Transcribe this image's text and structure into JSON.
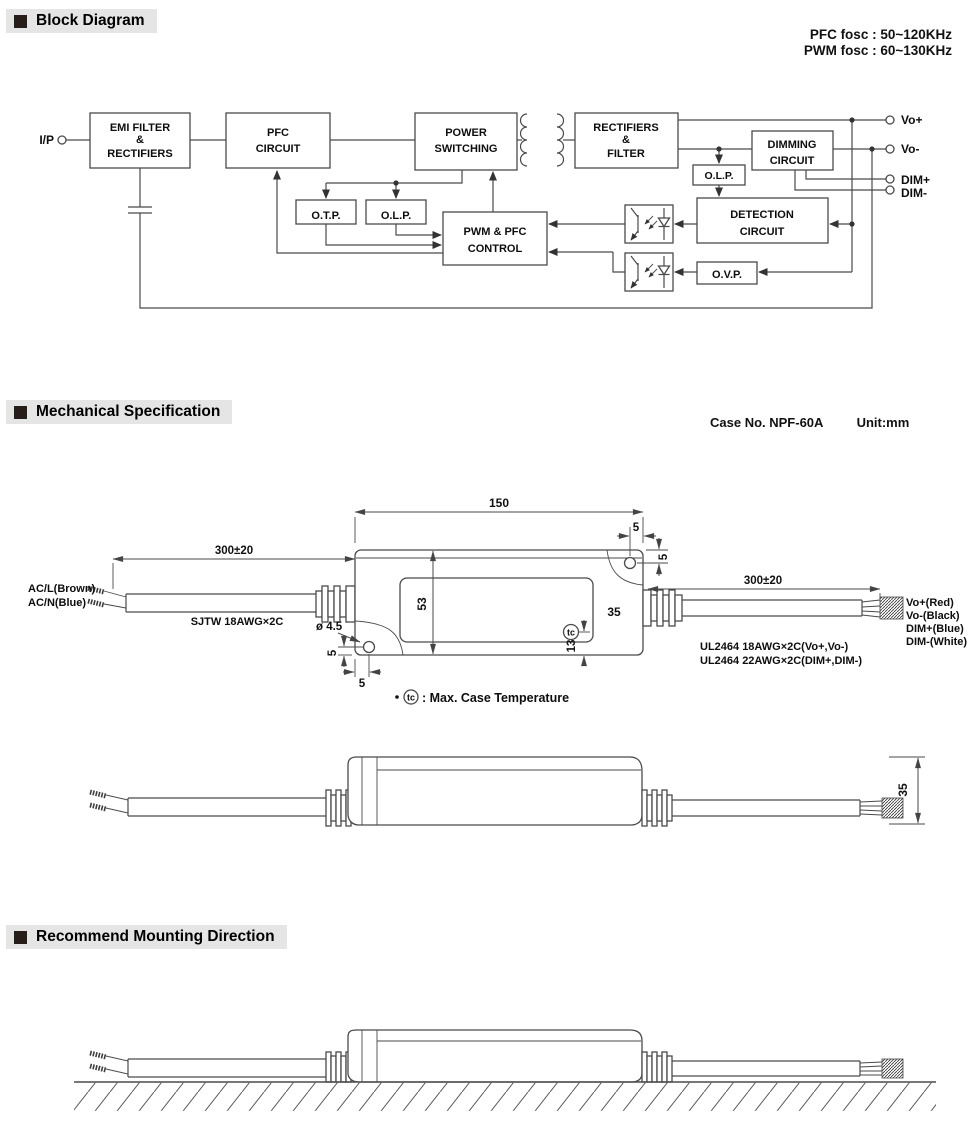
{
  "headers": {
    "block": "Block Diagram",
    "mech": "Mechanical Specification",
    "mount": "Recommend Mounting Direction"
  },
  "notes": {
    "pfc": "PFC fosc : 50~120KHz",
    "pwm": "PWM fosc : 60~130KHz"
  },
  "bd": {
    "input": "I/P",
    "vo_plus": "Vo+",
    "vo_minus": "Vo-",
    "dim_plus": "DIM+",
    "dim_minus": "DIM-",
    "emi": [
      "EMI FILTER",
      "&",
      "RECTIFIERS"
    ],
    "pfc": [
      "PFC",
      "CIRCUIT"
    ],
    "power": [
      "POWER",
      "SWITCHING"
    ],
    "rectifiers": [
      "RECTIFIERS",
      "&",
      "FILTER"
    ],
    "otp": "O.T.P.",
    "olp": "O.L.P.",
    "olp2": "O.L.P.",
    "pwm": [
      "PWM & PFC",
      "CONTROL"
    ],
    "dimming": [
      "DIMMING",
      "CIRCUIT"
    ],
    "detection": [
      "DETECTION",
      "CIRCUIT"
    ],
    "ovp": "O.V.P."
  },
  "mech": {
    "case_no": "Case No. NPF-60A",
    "unit": "Unit:mm",
    "dim_150": "150",
    "dim_53": "53",
    "dim_35_top": "35",
    "dim_35_side": "35",
    "dim_13": "13",
    "dim_5": "5",
    "hole_dia": "ø 4.5",
    "cable_len_in": "300±20",
    "cable_len_out": "300±20",
    "ac_l": "AC/L(Brown)",
    "ac_n": "AC/N(Blue)",
    "input_cable": "SJTW 18AWG×2C",
    "out_cable1": "UL2464 18AWG×2C(Vo+,Vo-)",
    "out_cable2": "UL2464 22AWG×2C(DIM+,DIM-)",
    "vo_plus": "Vo+(Red)",
    "vo_minus": "Vo-(Black)",
    "dim_plus": "DIM+(Blue)",
    "dim_minus": "DIM-(White)",
    "tc": "tc",
    "tc_note": ": Max. Case Temperature"
  }
}
